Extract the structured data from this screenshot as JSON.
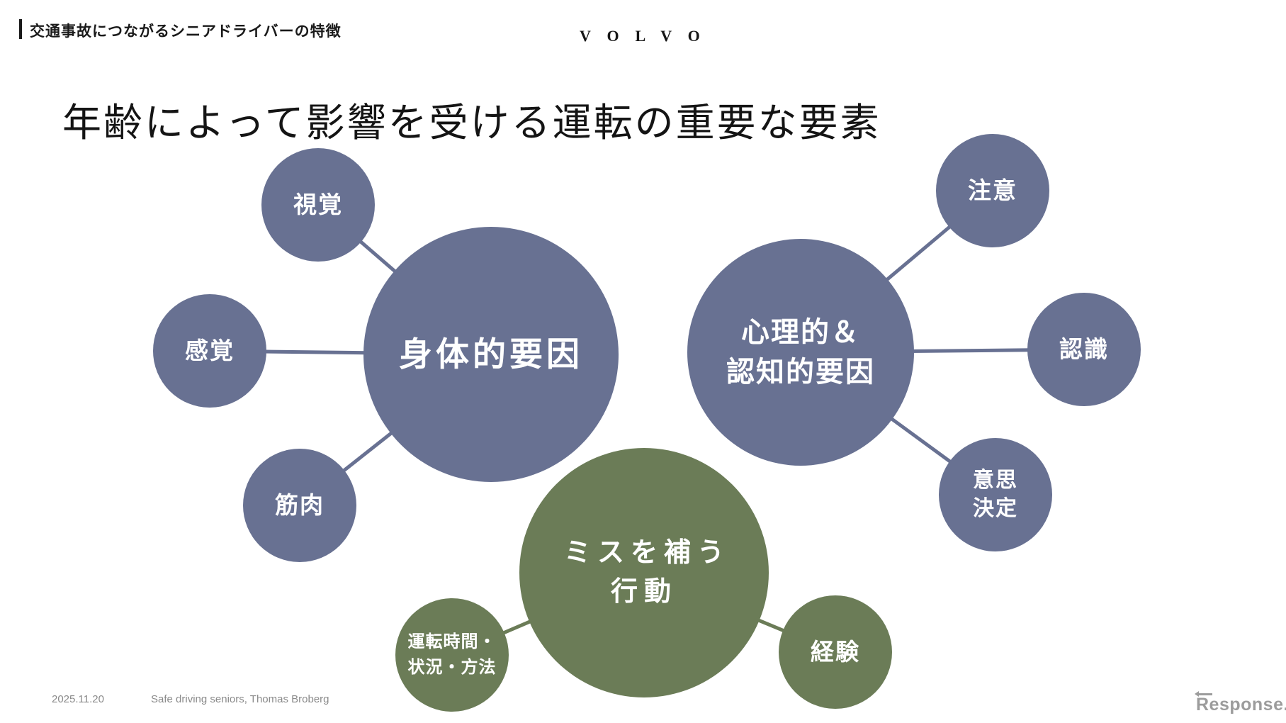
{
  "header": {
    "section_title": "交通事故につながるシニアドライバーの特徴",
    "brand_logo": "VOLVO"
  },
  "title": "年齢によって影響を受ける運転の重要な要素",
  "bubbles": {
    "physical": {
      "label": "身体的要因"
    },
    "vision": {
      "label": "視覚"
    },
    "sensation": {
      "label": "感覚"
    },
    "muscle": {
      "label": "筋肉"
    },
    "psychological": {
      "label": "心理的＆\n認知的要因"
    },
    "attention": {
      "label": "注意"
    },
    "recognition": {
      "label": "認識"
    },
    "decision": {
      "label": "意思\n決定"
    },
    "compensate": {
      "label": "ミスを補う\n行動"
    },
    "driving_time": {
      "label": "運転時間・\n状況・方法"
    },
    "experience": {
      "label": "経験"
    }
  },
  "diagram_relations": [
    {
      "center": "身体的要因",
      "satellites": [
        "視覚",
        "感覚",
        "筋肉"
      ],
      "color": "#687192"
    },
    {
      "center": "心理的＆認知的要因",
      "satellites": [
        "注意",
        "認識",
        "意思決定"
      ],
      "color": "#687192"
    },
    {
      "center": "ミスを補う行動",
      "satellites": [
        "運転時間・状況・方法",
        "経験"
      ],
      "color": "#6B7C57"
    }
  ],
  "colors": {
    "bubble_blue": "#687192",
    "bubble_green": "#6B7C57",
    "text_on_bubble": "#ffffff"
  },
  "footer": {
    "date": "2025.11.20",
    "source": "Safe driving seniors, Thomas Broberg",
    "watermark": "Response."
  }
}
